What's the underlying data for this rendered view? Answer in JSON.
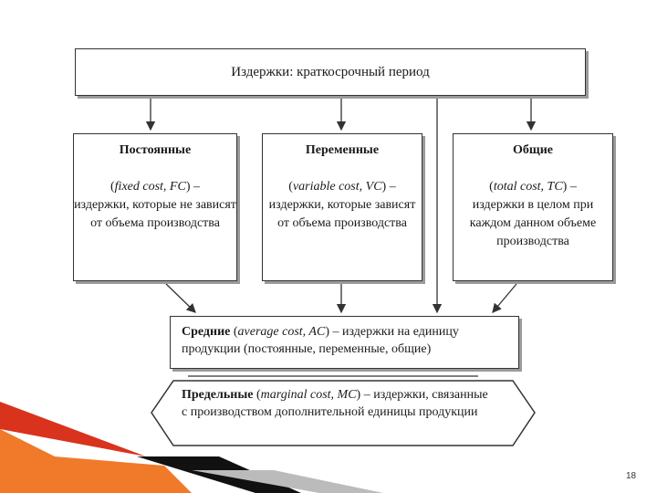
{
  "slide": {
    "page_number": "18",
    "title": "Издержки: краткосрочный период",
    "columns": [
      {
        "heading": "Постоянные",
        "abbr_open": "(",
        "abbr_term": "fixed cost, FC",
        "abbr_close": ") –",
        "description": "издержки, которые не зависят от объема производства"
      },
      {
        "heading": "Переменные",
        "abbr_open": "(",
        "abbr_term": "variable cost, VC",
        "abbr_close": ") –",
        "description": "издержки, которые зависят от объема производства"
      },
      {
        "heading": "Общие",
        "abbr_open": "(",
        "abbr_term": "total cost, TC",
        "abbr_close": ") –",
        "description": "издержки в целом при каждом данном объеме производства"
      }
    ],
    "average": {
      "heading": "Средние",
      "abbr_open": " (",
      "abbr_term": "average cost, AC",
      "abbr_close": ") – ",
      "description": "издержки на единицу продукции (постоянные, переменные, общие)"
    },
    "marginal": {
      "heading": "Предельные",
      "abbr_open": " (",
      "abbr_term": "marginal cost, MC",
      "abbr_close": ") – ",
      "description": "издержки, связанные с производством дополнительной единицы продукции"
    },
    "colors": {
      "accent_red": "#d9331e",
      "accent_orange": "#f07a2a",
      "stroke": "#333333",
      "shadow": "#9a9a9a"
    }
  }
}
